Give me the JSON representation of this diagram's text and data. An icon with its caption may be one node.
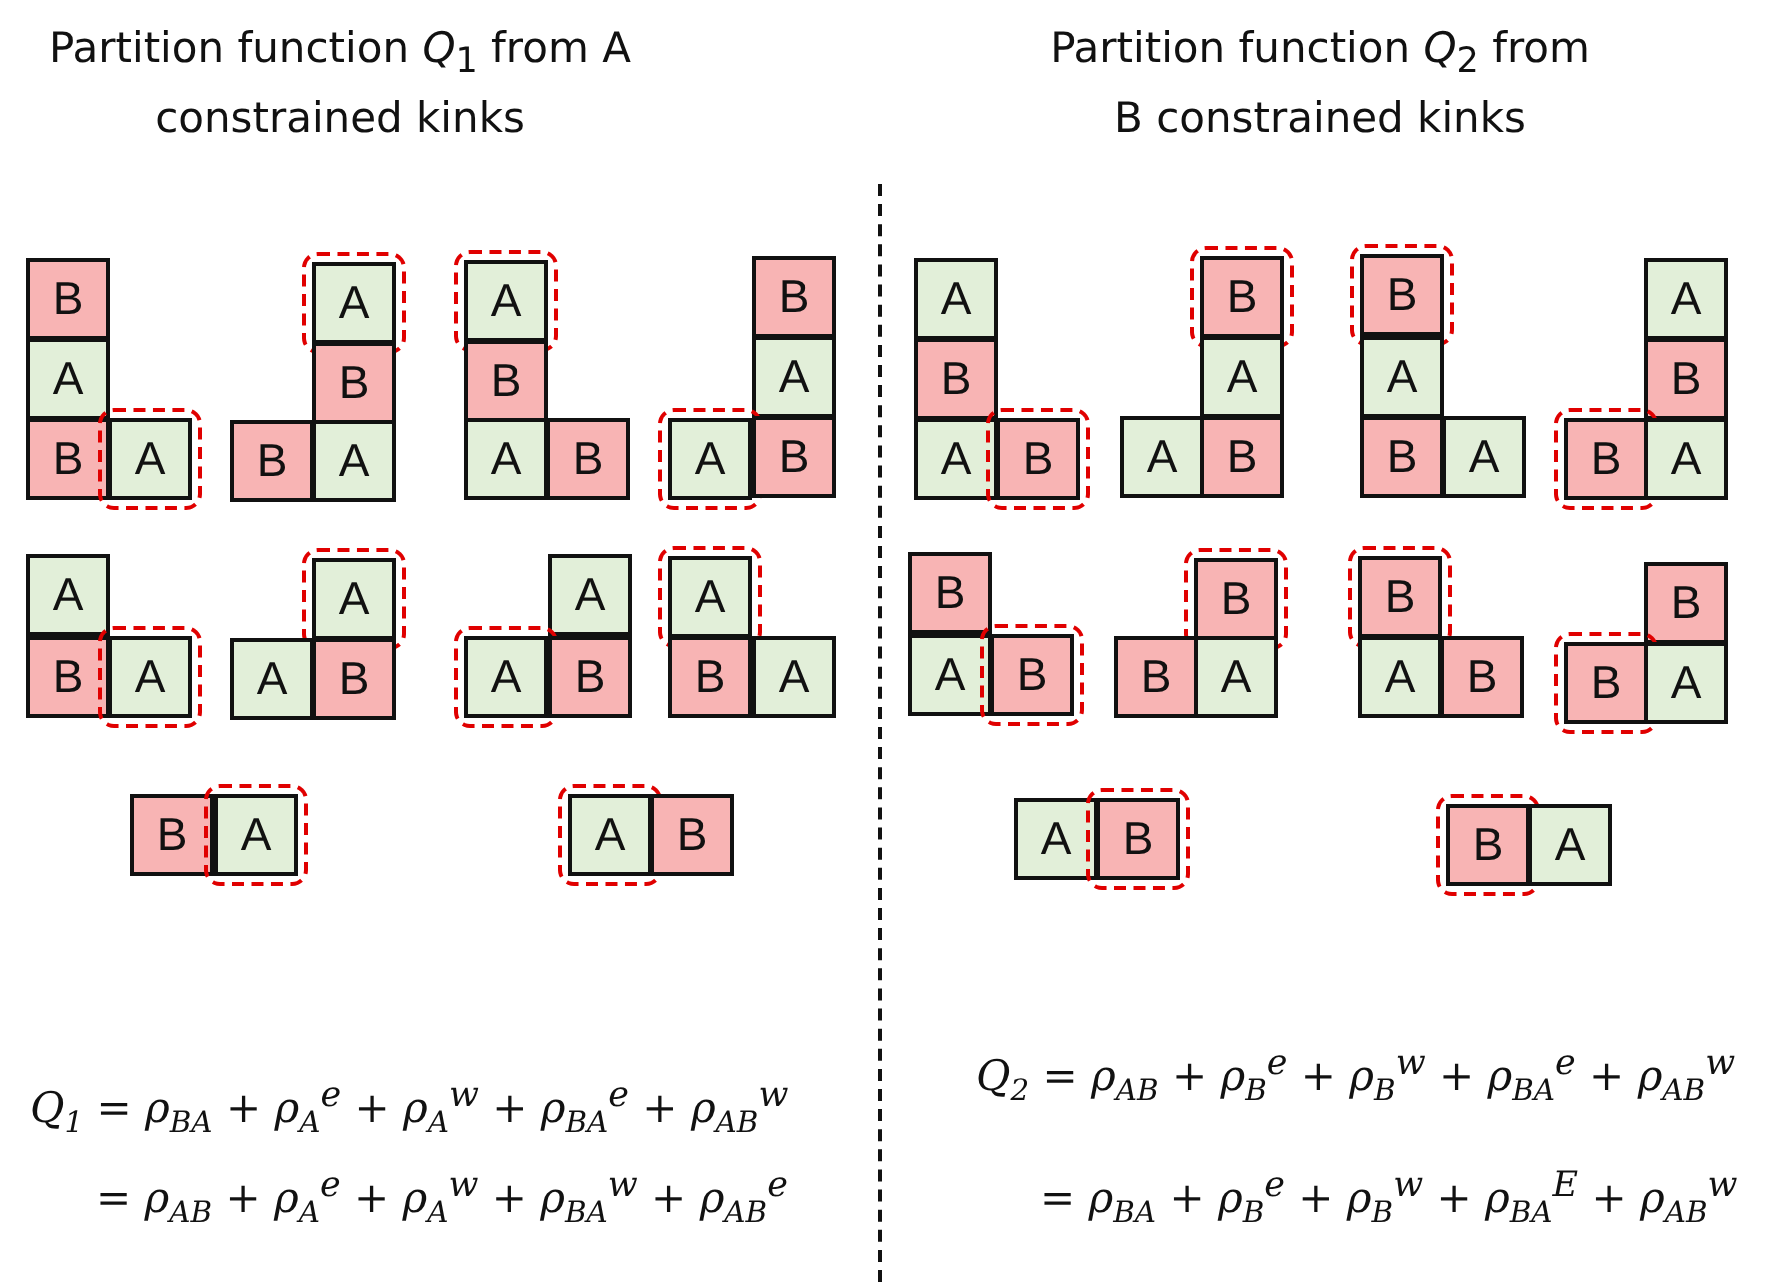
{
  "diagram": {
    "nodes": [
      {
        "text": [
          "B"
        ]
      },
      {
        "text": [
          "A"
        ]
      },
      {
        "text": [
          "B"
        ]
      },
      {
        "text": [
          "A"
        ]
      },
      {
        "text": [
          "A"
        ]
      },
      {
        "text": [
          "B"
        ]
      },
      {
        "text": [
          "B"
        ]
      },
      {
        "text": [
          "A"
        ]
      },
      {
        "text": [
          "A"
        ]
      },
      {
        "text": [
          "B"
        ]
      },
      {
        "text": [
          "A"
        ]
      },
      {
        "text": [
          "B"
        ]
      },
      {
        "text": [
          "B"
        ]
      },
      {
        "text": [
          "A"
        ]
      },
      {
        "text": [
          "A"
        ]
      },
      {
        "text": [
          "B"
        ]
      },
      {
        "text": [
          "A"
        ]
      },
      {
        "text": [
          "B"
        ]
      },
      {
        "text": [
          "A"
        ]
      },
      {
        "text": [
          "A"
        ]
      },
      {
        "text": [
          "A"
        ]
      },
      {
        "text": [
          "B"
        ]
      },
      {
        "text": [
          "A"
        ]
      },
      {
        "text": [
          "A"
        ]
      },
      {
        "text": [
          "B"
        ]
      },
      {
        "text": [
          "A"
        ]
      },
      {
        "text": [
          "B"
        ]
      },
      {
        "text": [
          "A"
        ]
      },
      {
        "text": [
          "B"
        ]
      },
      {
        "text": [
          "A"
        ]
      },
      {
        "text": [
          "A"
        ]
      },
      {
        "text": [
          "B"
        ]
      },
      {
        "text": [
          "A"
        ]
      },
      {
        "text": [
          "B"
        ]
      },
      {
        "text": [
          "A"
        ]
      },
      {
        "text": [
          "B"
        ]
      },
      {
        "text": [
          "B"
        ]
      },
      {
        "text": [
          "A"
        ]
      },
      {
        "text": [
          "A"
        ]
      },
      {
        "text": [
          "B"
        ]
      },
      {
        "text": [
          "B"
        ]
      },
      {
        "text": [
          "A"
        ]
      },
      {
        "text": [
          "B"
        ]
      },
      {
        "text": [
          "A"
        ]
      },
      {
        "text": [
          "A"
        ]
      },
      {
        "text": [
          "B"
        ]
      },
      {
        "text": [
          "B"
        ]
      },
      {
        "text": [
          "A"
        ]
      },
      {
        "text": [
          "B"
        ]
      },
      {
        "text": [
          "A"
        ]
      },
      {
        "text": [
          "B"
        ]
      },
      {
        "text": [
          "B"
        ]
      },
      {
        "text": [
          "B"
        ]
      },
      {
        "text": [
          "A"
        ]
      },
      {
        "text": [
          "B"
        ]
      },
      {
        "text": [
          "A"
        ]
      },
      {
        "text": [
          "B"
        ]
      },
      {
        "text": [
          "B"
        ]
      },
      {
        "text": [
          "B"
        ]
      },
      {
        "text": [
          "A"
        ]
      },
      {
        "text": [
          "A"
        ]
      },
      {
        "text": [
          "B"
        ]
      },
      {
        "text": [
          "B"
        ]
      },
      {
        "text": [
          "A"
        ]
      }
    ],
    "labels": [
      "Partition function *Q*$_{1}$ from A constrained kinks",
      "Partition function *Q*$_{2}$ from B constrained kinks",
      "Q$_{1}$ = ρ$_{BA}$ + ρ$_{A}$$^{e}$ + ρ$_{A}$$^{w}$ + ρ$_{BA}$$^{e}$ + ρ$_{AB}$$^{w}$",
      "= ρ$_{AB}$ + ρ$_{A}$$^{e}$ + ρ$_{A}$$^{w}$ + ρ$_{BA}$$^{w}$ + ρ$_{AB}$$^{e}$",
      "Q$_{2}$ = ρ$_{AB}$ + ρ$_{B}$$^{e}$ + ρ$_{B}$$^{w}$ + ρ$_{BA}$$^{e}$ + ρ$_{AB}$$^{w}$",
      "= ρ$_{BA}$ + ρ$_{B}$$^{e}$ + ρ$_{B}$$^{w}$ + ρ$_{BA}$$^{E}$ + ρ$_{AB}$$^{w}$"
    ]
  }
}
